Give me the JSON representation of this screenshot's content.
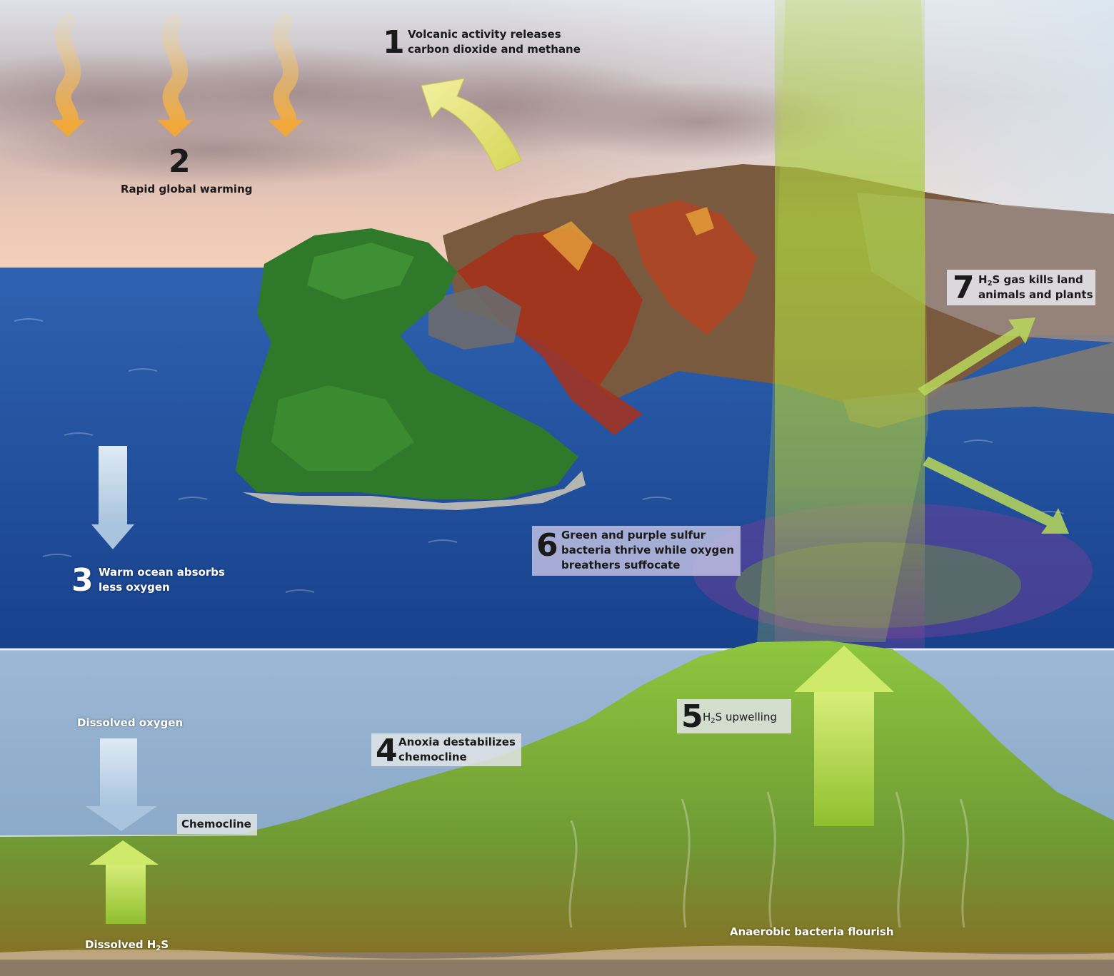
{
  "steps": [
    {
      "number": "1",
      "text_lines": [
        "Volcanic activity releases",
        "carbon dioxide and methane"
      ]
    },
    {
      "number": "2",
      "text_lines": [
        "Rapid global warming"
      ]
    },
    {
      "number": "3",
      "text_lines": [
        "Warm ocean absorbs",
        "less oxygen"
      ]
    },
    {
      "number": "4",
      "text_lines": [
        "Anoxia destabilizes",
        "chemocline"
      ]
    },
    {
      "number": "5",
      "text_prefix": "H",
      "text_sub": "2",
      "text_suffix": "S upwelling"
    },
    {
      "number": "6",
      "text_lines": [
        "Green and purple sulfur",
        "bacteria thrive while oxygen",
        "breathers suffocate"
      ]
    },
    {
      "number": "7",
      "line1_prefix": "H",
      "line1_sub": "2",
      "line1_suffix": "S gas kills land",
      "line2": "animals and plants"
    }
  ],
  "labels": {
    "dissolved_oxygen": "Dissolved oxygen",
    "chemocline": "Chemocline",
    "dissolved_h2s_prefix": "Dissolved H",
    "dissolved_h2s_sub": "2",
    "dissolved_h2s_suffix": "S",
    "anaerobic": "Anaerobic bacteria flourish"
  },
  "colors": {
    "sky_top": "#d9dde4",
    "sky_cloud": "#b8a7a8",
    "sky_horizon": "#f2c9b0",
    "ocean": "#1f4fa0",
    "deep_water": "#8fb0cf",
    "anoxic_green": "#7fb23a",
    "sediment": "#8a6a2a",
    "lava": "#c23a18",
    "forest": "#2f7a2a",
    "h2s_plume": "#a6c23a",
    "warming_arrow": "#f2b24a",
    "oxygen_arrow": "#c9dcee"
  }
}
